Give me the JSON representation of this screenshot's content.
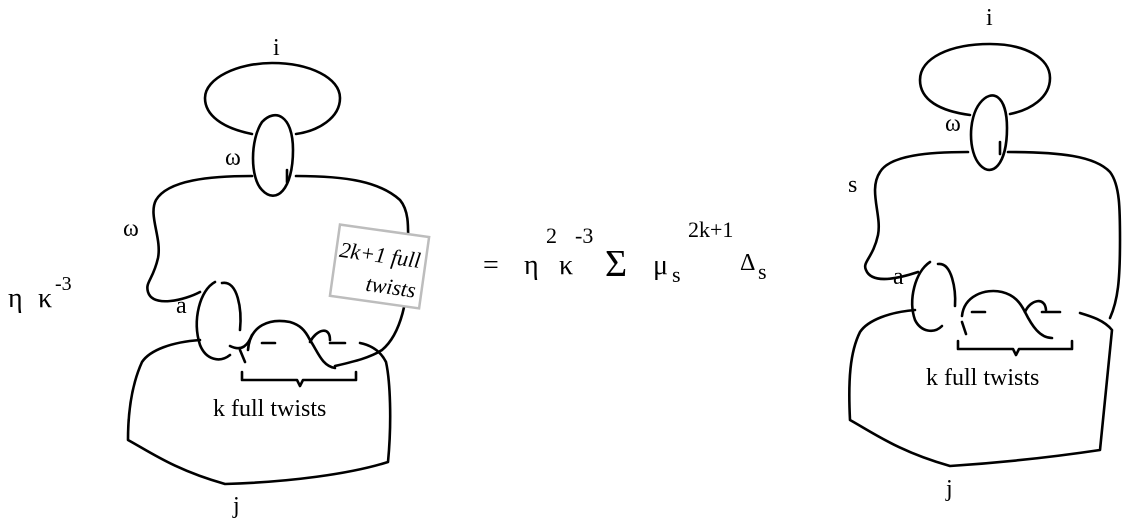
{
  "left": {
    "prefix": {
      "eta": "η",
      "kappa": "κ",
      "exp": "-3"
    },
    "labels": {
      "i": "i",
      "omega_top": "ω",
      "omega_side": "ω",
      "a": "a",
      "j": "j"
    },
    "twist_box": {
      "line1": "2k+1 full",
      "line2": "twists"
    },
    "twist_text": "k full twists"
  },
  "equation": {
    "equals": "=",
    "eta": "η",
    "eta_exp": "2",
    "kappa": "κ",
    "kappa_exp": "-3",
    "sum": "Σ",
    "mu": "μ",
    "mu_sub": "s",
    "mu_exp": "2k+1",
    "delta": "Δ",
    "delta_sub": "s"
  },
  "right": {
    "labels": {
      "i": "i",
      "omega": "ω",
      "s": "s",
      "a": "a",
      "j": "j"
    },
    "twist_text": "k full twists"
  }
}
